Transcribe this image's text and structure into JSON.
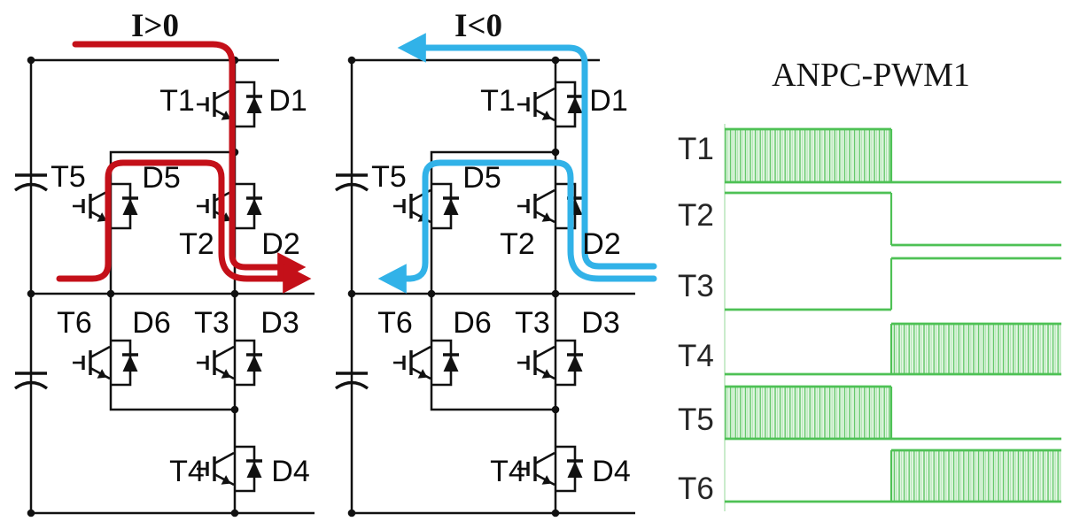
{
  "panels": {
    "positive_current": {
      "label": "I>0",
      "arrow_color": "#c41019"
    },
    "negative_current": {
      "label": "I<0",
      "arrow_color": "#31b2e8"
    },
    "pwm": {
      "title": "ANPC-PWM1",
      "trace_color": "#4ec155",
      "signals": [
        {
          "label": "T1",
          "first_half": "pwm",
          "second_half": "low"
        },
        {
          "label": "T2",
          "first_half": "high",
          "second_half": "low"
        },
        {
          "label": "T3",
          "first_half": "low",
          "second_half": "high"
        },
        {
          "label": "T4",
          "first_half": "low",
          "second_half": "pwm"
        },
        {
          "label": "T5",
          "first_half": "pwm",
          "second_half": "low"
        },
        {
          "label": "T6",
          "first_half": "low",
          "second_half": "pwm"
        }
      ]
    }
  },
  "devices": {
    "t1": "T1",
    "d1": "D1",
    "t2": "T2",
    "d2": "D2",
    "t3": "T3",
    "d3": "D3",
    "t4": "T4",
    "d4": "D4",
    "t5": "T5",
    "d5": "D5",
    "t6": "T6",
    "d6": "D6"
  }
}
